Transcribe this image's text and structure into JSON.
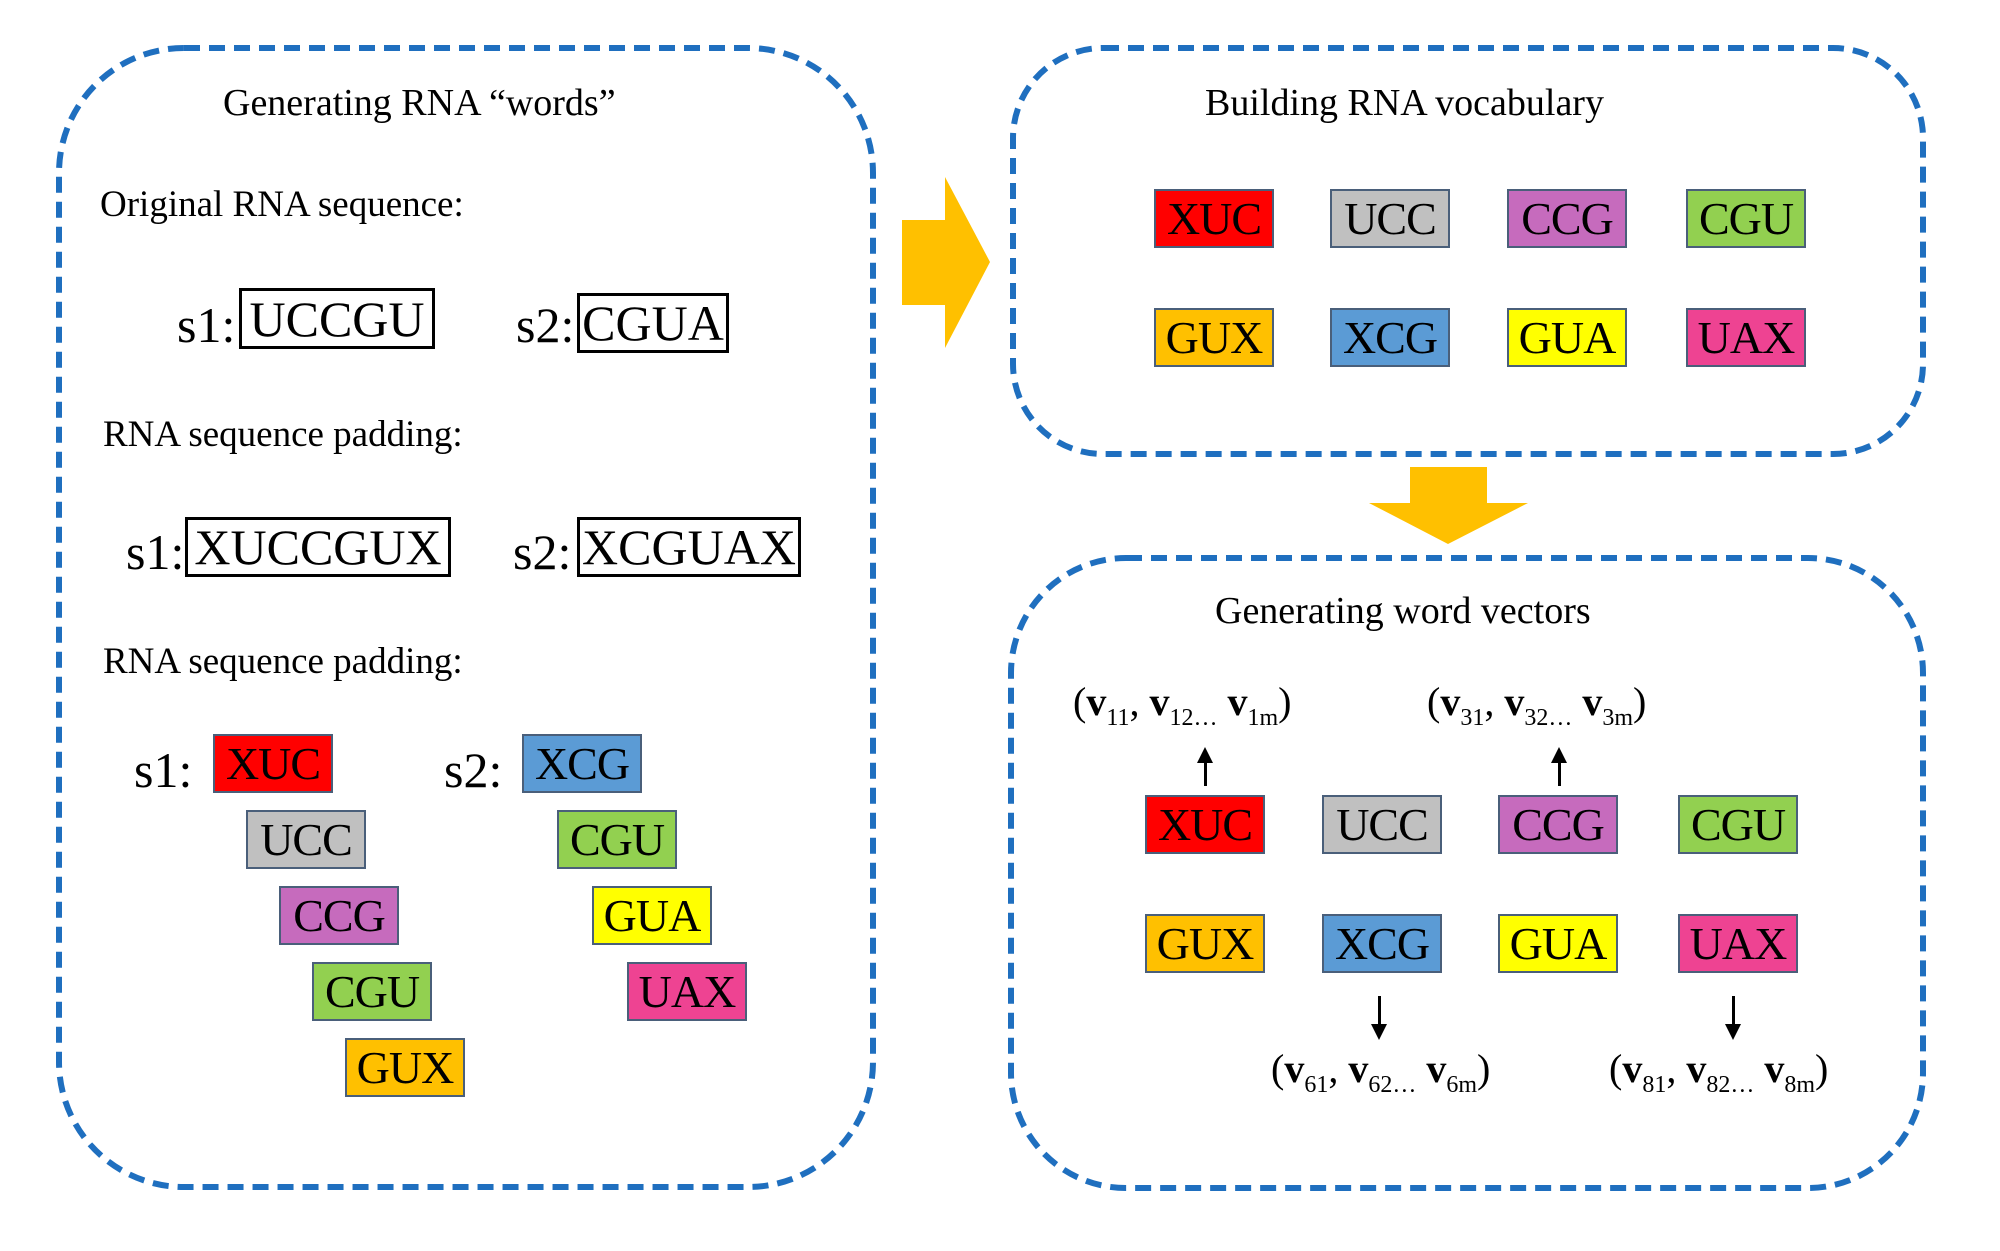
{
  "colors": {
    "panel_border": "#1f6fbf",
    "flow_arrow": "#FFC000"
  },
  "panels": {
    "words": {
      "title": "Generating RNA “words”",
      "original_label": "Original RNA sequence:",
      "original": {
        "s1_prefix": "s1:",
        "s1_seq": "UCCGU",
        "s2_prefix": "s2:",
        "s2_seq": "CGUA"
      },
      "padding_label": "RNA sequence padding:",
      "padded": {
        "s1_prefix": "s1:",
        "s1_seq": "XUCCGUX",
        "s2_prefix": "s2:",
        "s2_seq": "XCGUAX"
      },
      "split_label": "RNA sequence padding:",
      "split": {
        "s1_prefix": "s1:",
        "s1_words": [
          "XUC",
          "UCC",
          "CCG",
          "CGU",
          "GUX"
        ],
        "s2_prefix": "s2:",
        "s2_words": [
          "XCG",
          "CGU",
          "GUA",
          "UAX"
        ]
      }
    },
    "vocabulary": {
      "title": "Building RNA vocabulary",
      "words": [
        "XUC",
        "UCC",
        "CCG",
        "CGU",
        "GUX",
        "XCG",
        "GUA",
        "UAX"
      ]
    },
    "vectors": {
      "title": "Generating word vectors",
      "words": [
        "XUC",
        "UCC",
        "CCG",
        "CGU",
        "GUX",
        "XCG",
        "GUA",
        "UAX"
      ],
      "vector_labels": [
        {
          "word": "XUC",
          "open": "(",
          "v": "v",
          "sub1": "11",
          "sep1": ", ",
          "sub2": "12…",
          "sub3": "1m",
          "close": ")"
        },
        {
          "word": "CCG",
          "open": "(",
          "v": "v",
          "sub1": "31",
          "sep1": ", ",
          "sub2": "32…",
          "sub3": "3m",
          "close": ")"
        },
        {
          "word": "XCG",
          "open": "(",
          "v": "v",
          "sub1": "61",
          "sep1": ", ",
          "sub2": "62…",
          "sub3": "6m",
          "close": ")"
        },
        {
          "word": "UAX",
          "open": "(",
          "v": "v",
          "sub1": "81",
          "sep1": ", ",
          "sub2": "82…",
          "sub3": "8m",
          "close": ")"
        }
      ]
    }
  },
  "word_colors": {
    "XUC": "#FF0000",
    "UCC": "#C0C0C0",
    "CCG": "#C66BBD",
    "CGU": "#92D050",
    "GUX": "#FFC000",
    "XCG": "#5B9BD5",
    "GUA": "#FFFF00",
    "UAX": "#EE4392"
  }
}
